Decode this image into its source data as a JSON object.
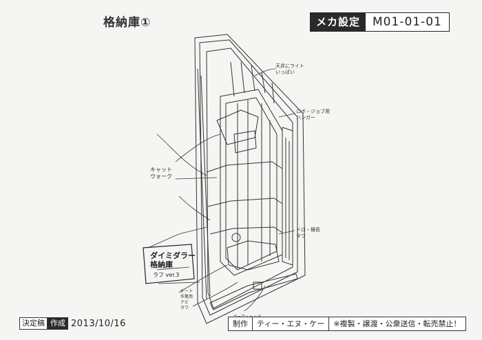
{
  "sheet": {
    "title": "格納庫①",
    "category": "メカ設定",
    "code": "M01-01-01"
  },
  "annotations": {
    "ceiling_note": "天井にライト\nいっぱい",
    "right_upper_note": "ロボ・ジョブ用\nハンガー",
    "catwalk_label": "キャット\nウォーク",
    "right_lower_note": "ドロ・横長\nタワ",
    "bottom_note": "ゴーア・ヘッド",
    "left_bottom_note": "ゲート\n作業用\nナビ\nタワ",
    "callout_title": "ダイミダラー\n格納庫",
    "callout_version": "ラフ ver.3"
  },
  "footer": {
    "status": "決定稿",
    "created_label": "作成",
    "date": "2013/10/16",
    "production_label": "制作",
    "studio": "ティー・エヌ・ケー",
    "notice": "※複製・譲渡・公衆送信・転売禁止！"
  }
}
